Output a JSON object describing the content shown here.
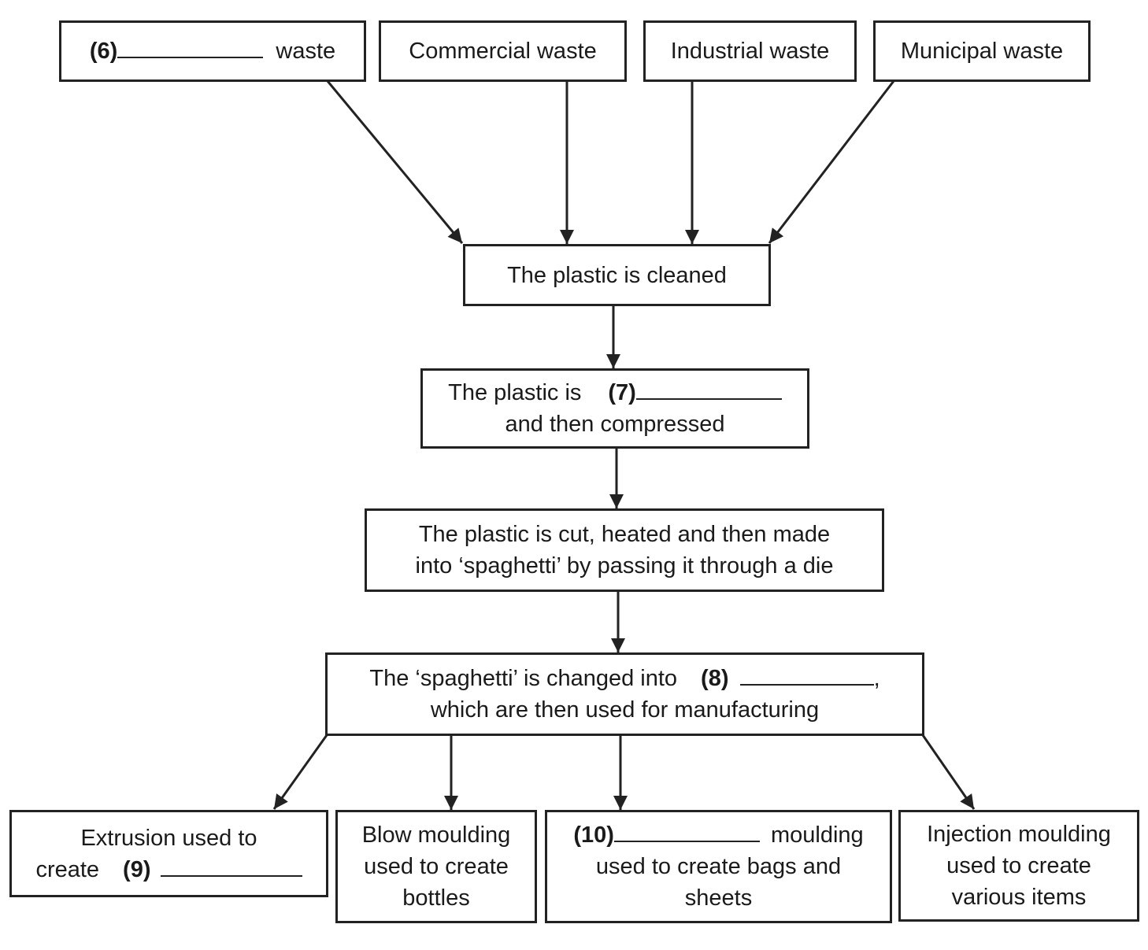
{
  "sources": {
    "blank_box": {
      "number": "(6)",
      "suffix": "waste"
    },
    "commercial": "Commercial waste",
    "industrial": "Industrial waste",
    "municipal": "Municipal waste"
  },
  "steps": {
    "cleaned": "The plastic is cleaned",
    "step7": {
      "prefix": "The plastic is",
      "number": "(7)",
      "line2": "and then compressed"
    },
    "cut": {
      "line1": "The plastic is cut, heated and then made",
      "line2": "into ‘spaghetti’ by passing it through a die"
    },
    "step8": {
      "prefix": "The ‘spaghetti’ is changed into",
      "number": "(8)",
      "comma": ",",
      "line2": "which are then used for manufacturing"
    }
  },
  "outputs": {
    "extrusion": {
      "line1": "Extrusion used to",
      "prefix": "create",
      "number": "(9)"
    },
    "blow": {
      "line1": "Blow moulding",
      "line2": "used to create",
      "line3": "bottles"
    },
    "step10": {
      "number": "(10)",
      "suffix": "moulding",
      "line2": "used to create bags and",
      "line3": "sheets"
    },
    "injection": {
      "line1": "Injection moulding",
      "line2": "used to create",
      "line3": "various items"
    }
  }
}
